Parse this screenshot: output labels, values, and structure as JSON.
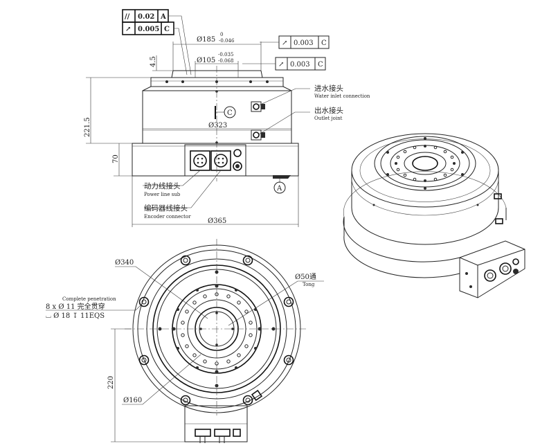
{
  "gdt": {
    "parallelism": {
      "symbol": "//",
      "tolerance": "0.02",
      "datum": "A"
    },
    "runout_top": {
      "symbol": "↗",
      "tolerance": "0.005",
      "datum": "C"
    },
    "runout_185": {
      "symbol": "↗",
      "tolerance": "0.003",
      "datum": "C"
    },
    "runout_105": {
      "symbol": "↗",
      "tolerance": "0.003",
      "datum": "C"
    }
  },
  "dimensions": {
    "d185": {
      "value": "Ø185",
      "upper": "0",
      "lower": "-0.046"
    },
    "d105": {
      "value": "Ø105",
      "upper": "-0.035",
      "lower": "-0.068"
    },
    "h4_5": "4.5",
    "h221_5": "221.5",
    "h70": "70",
    "d323": "Ø323",
    "d365": "Ø365",
    "d340": "Ø340",
    "d160": "Ø160",
    "d50": {
      "value": "Ø50通",
      "sub": "Tong"
    },
    "h220": "220"
  },
  "datums": {
    "C": "C",
    "A": "A"
  },
  "labels": {
    "water_inlet": {
      "cn": "进水接头",
      "en": "Water inlet connection"
    },
    "water_outlet": {
      "cn": "出水接头",
      "en": "Outlet joint"
    },
    "power_line": {
      "cn": "动力线接头",
      "en": "Power line sub"
    },
    "encoder": {
      "cn": "编码器线接头",
      "en": "Encoder connector"
    }
  },
  "hole_note": {
    "title": "Complete penetration",
    "line1": "8 x Ø 11 完全贯穿",
    "line2": "⌴ Ø 18 ↧ 11EQS"
  }
}
